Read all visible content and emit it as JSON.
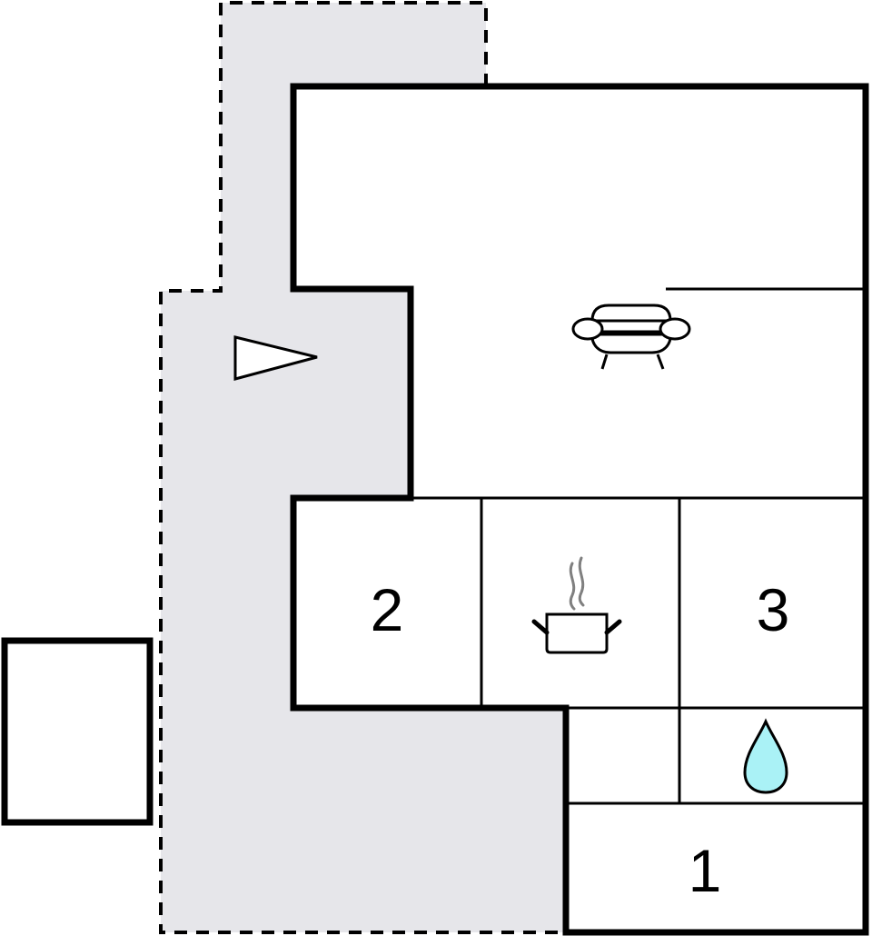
{
  "floorplan": {
    "colors": {
      "wall": "#000000",
      "outdoor_fill": "#e6e6ea",
      "room_fill": "#ffffff",
      "water_fill": "#aaf2f6",
      "steam": "#808080"
    },
    "rooms": [
      {
        "id": "living-room",
        "icon": "sofa-icon",
        "label": ""
      },
      {
        "id": "bedroom-2",
        "icon": "",
        "label": "2"
      },
      {
        "id": "kitchen",
        "icon": "cooking-pot-icon",
        "label": ""
      },
      {
        "id": "bedroom-3",
        "icon": "",
        "label": "3"
      },
      {
        "id": "bathroom",
        "icon": "water-drop-icon",
        "label": ""
      },
      {
        "id": "bedroom-1",
        "icon": "",
        "label": "1"
      },
      {
        "id": "closet",
        "icon": "",
        "label": ""
      }
    ],
    "labels": {
      "room_2": "2",
      "room_3": "3",
      "room_1": "1"
    },
    "entrance": {
      "icon": "entrance-arrow-icon",
      "direction": "right"
    },
    "outbuilding": {
      "id": "annex",
      "label": ""
    },
    "terrace": {
      "id": "terrace",
      "style": "dashed"
    }
  }
}
